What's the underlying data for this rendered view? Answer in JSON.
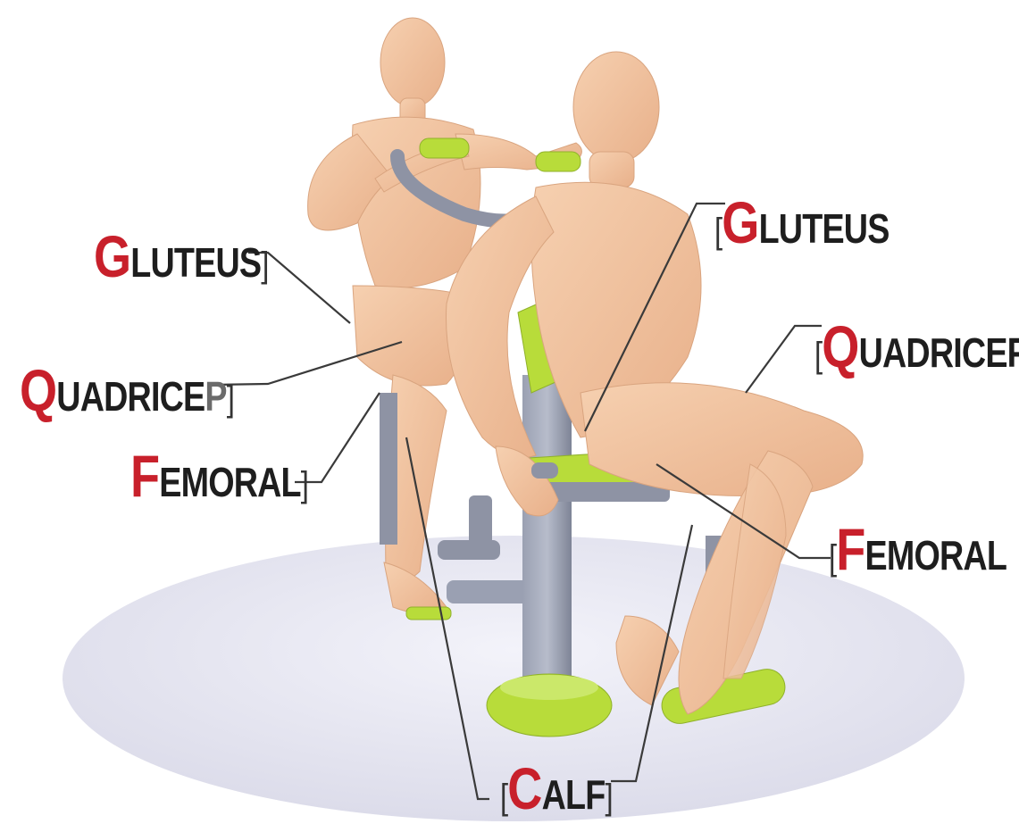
{
  "labels": {
    "gluteus_left": {
      "initial": "G",
      "rest": "LUTEUS"
    },
    "quadricep_left": {
      "initial": "Q",
      "rest": "UADRICE",
      "tail": "P"
    },
    "femoral_left": {
      "initial": "F",
      "rest": "EMORAL"
    },
    "gluteus_right": {
      "initial": "G",
      "rest": "LUTEUS"
    },
    "quadricep_right": {
      "initial": "Q",
      "rest": "UADRICEP"
    },
    "femoral_right": {
      "initial": "F",
      "rest": "EMORAL"
    },
    "calf": {
      "initial": "C",
      "rest": "ALF"
    }
  },
  "colors": {
    "initial_red": "#c8202b",
    "text_dark": "#1e1e1e",
    "skin": "#f2c4a0",
    "machine_green": "#b8dc3a",
    "machine_grey": "#8e93a4",
    "floor_disc": "#e6e6f2",
    "leader_line": "#3a3a3a"
  },
  "icons": {
    "figure": "human-mannequin-icon",
    "machine": "outdoor-fitness-seat-icon"
  }
}
